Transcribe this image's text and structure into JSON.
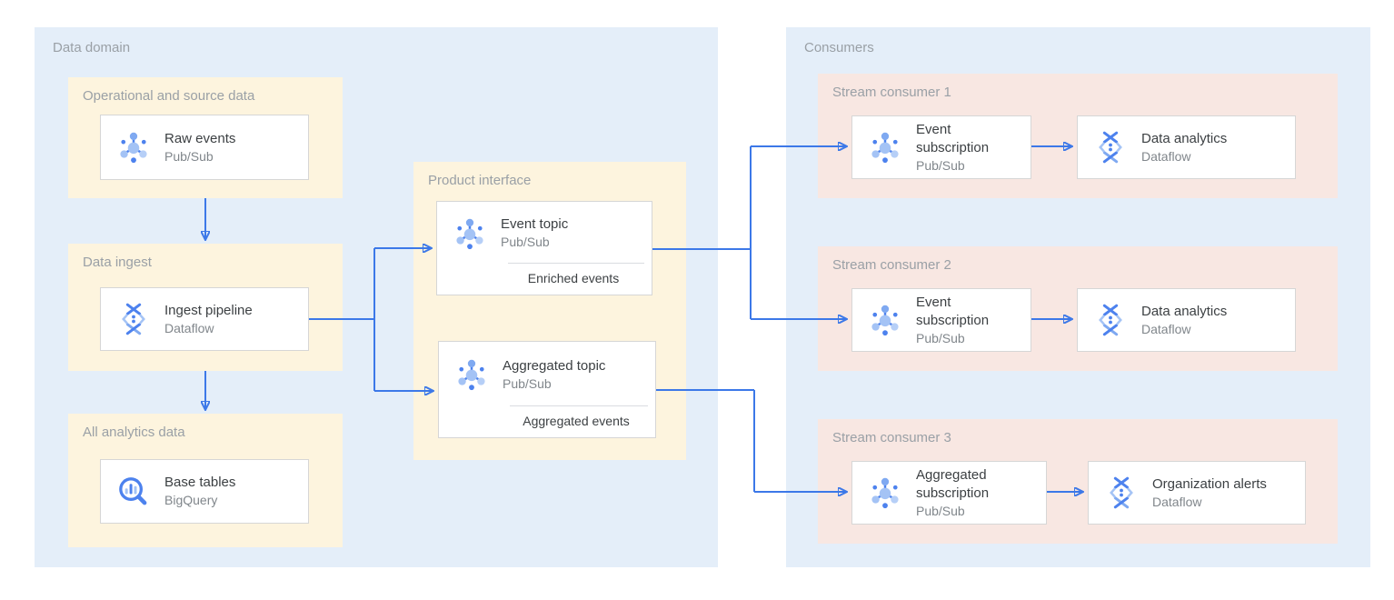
{
  "colors": {
    "panel_blue": "#E4EEF9",
    "box_cream": "#FDF4DE",
    "box_pink": "#F8E7E2",
    "card_border": "#D6D6D6",
    "arrow": "#3C78E8",
    "label_gray": "#9AA0A6",
    "title_dark": "#3C4043",
    "subtitle_gray": "#80868B",
    "divider": "#DADCE0",
    "icon_dark": "#4D82EE",
    "icon_mid": "#7FA9F1",
    "icon_light": "#A4C3F5"
  },
  "data_domain": {
    "title": "Data domain",
    "operational": {
      "label": "Operational and source data",
      "card": {
        "title": "Raw events",
        "subtitle": "Pub/Sub",
        "icon": "pubsub-icon"
      }
    },
    "ingest": {
      "label": "Data ingest",
      "card": {
        "title": "Ingest pipeline",
        "subtitle": "Dataflow",
        "icon": "dataflow-icon"
      }
    },
    "analytics": {
      "label": "All analytics data",
      "card": {
        "title": "Base tables",
        "subtitle": "BigQuery",
        "icon": "bigquery-icon"
      }
    },
    "product_interface": {
      "label": "Product interface",
      "event_topic": {
        "title": "Event topic",
        "subtitle": "Pub/Sub",
        "tag": "Enriched events",
        "icon": "pubsub-icon"
      },
      "aggregated_topic": {
        "title": "Aggregated topic",
        "subtitle": "Pub/Sub",
        "tag": "Aggregated events",
        "icon": "pubsub-icon"
      }
    }
  },
  "consumers": {
    "title": "Consumers",
    "rows": [
      {
        "label": "Stream consumer 1",
        "source": {
          "title": "Event subscription",
          "subtitle": "Pub/Sub",
          "icon": "pubsub-icon"
        },
        "target": {
          "title": "Data analytics",
          "subtitle": "Dataflow",
          "icon": "dataflow-icon"
        }
      },
      {
        "label": "Stream consumer 2",
        "source": {
          "title": "Event subscription",
          "subtitle": "Pub/Sub",
          "icon": "pubsub-icon"
        },
        "target": {
          "title": "Data analytics",
          "subtitle": "Dataflow",
          "icon": "dataflow-icon"
        }
      },
      {
        "label": "Stream consumer 3",
        "source": {
          "title": "Aggregated subscription",
          "subtitle": "Pub/Sub",
          "icon": "pubsub-icon"
        },
        "target": {
          "title": "Organization alerts",
          "subtitle": "Dataflow",
          "icon": "dataflow-icon"
        }
      }
    ]
  }
}
